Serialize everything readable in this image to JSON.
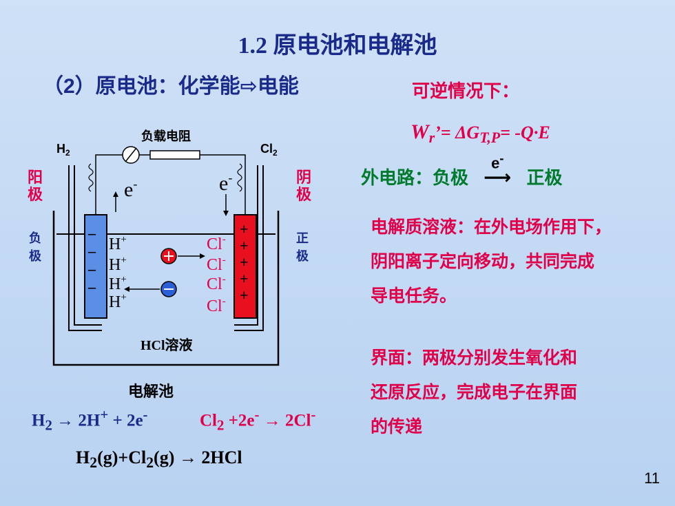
{
  "title": "1.2 原电池和电解池",
  "subtitle": "（2）原电池：化学能⇨电能",
  "reversible_label": "可逆情况下：",
  "formula": {
    "w": "W",
    "sub_r": "r",
    "prime_eq": "’= ",
    "rest": "ΔG",
    "sub_tp": "T,P",
    "tail": "= -Q·E"
  },
  "external_circuit": {
    "label": "外电路：负极",
    "electron": "e",
    "electron_sup": "-",
    "arrow": "⟶",
    "target": "正极"
  },
  "electrolyte_text": [
    "电解质溶液：在外电场作用下，",
    "阴阳离子定向移动，共同完成",
    "导电任务。"
  ],
  "interface_text": [
    "界面：两极分别发生氧化和",
    "还原反应，完成电子在界面",
    "的传递"
  ],
  "diagram": {
    "load_label": "负载电阻",
    "h2": "H",
    "h2_sub": "2",
    "cl2": "Cl",
    "cl2_sub": "2",
    "anode_label": [
      "阳",
      "极"
    ],
    "neg_label": [
      "负",
      "极"
    ],
    "cathode_label": [
      "阴",
      "极"
    ],
    "pos_label": [
      "正",
      "极"
    ],
    "e_left": "e",
    "e_right": "e",
    "e_sup": "-",
    "h_ion": "H",
    "h_sup": "+",
    "cl_ion": "Cl",
    "cl_sup": "-",
    "minus": "–",
    "plus": "+",
    "solution": "HCl溶液",
    "cell": "电解池"
  },
  "equations": {
    "left": {
      "a": "H",
      "a_sub": "2",
      "b": " → 2H",
      "b_sup": "+",
      "c": " + 2e",
      "c_sup": "-"
    },
    "right": {
      "a": "Cl",
      "a_sub": "2",
      "b": " +2e",
      "b_sup": "-",
      "c": " → 2Cl",
      "c_sup": "-"
    },
    "overall": {
      "a": "H",
      "a_sub": "2",
      "b": "(g)+Cl",
      "b_sub": "2",
      "c": "(g) → 2HCl"
    }
  },
  "page_number": "11",
  "colors": {
    "navy": "#1a2a8a",
    "red": "#e0004a",
    "green": "#007a2c",
    "anode": "#5b8fe6",
    "cathode": "#e8101e"
  }
}
